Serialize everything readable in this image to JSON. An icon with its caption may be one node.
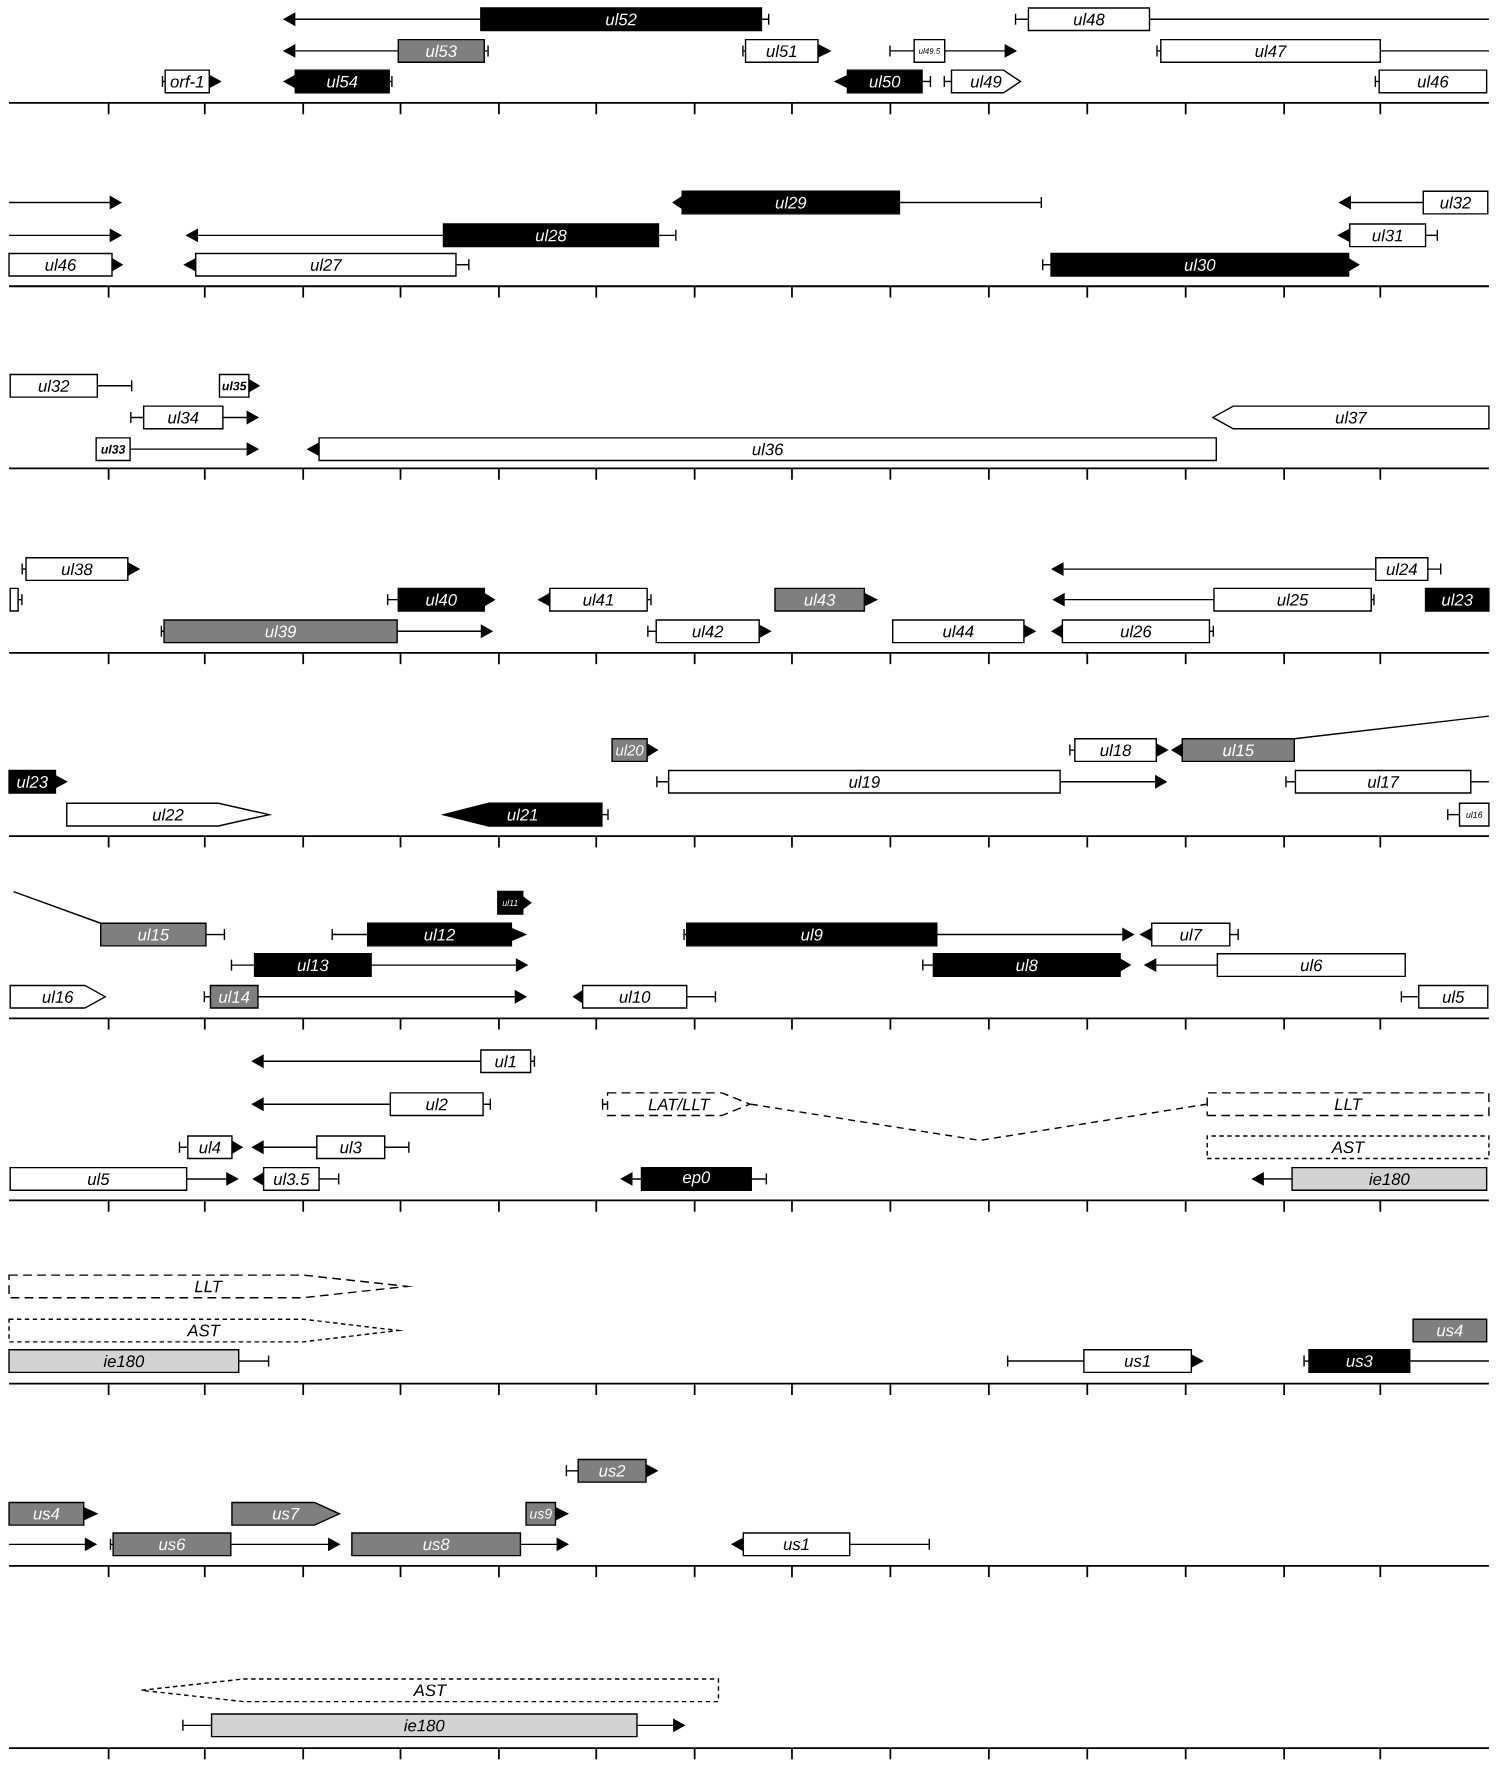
{
  "diagram": {
    "nodes": [
      {
        "text": [
          "ul52"
        ]
      },
      {
        "text": [
          "ul53"
        ]
      },
      {
        "text": [
          "orf-1"
        ]
      },
      {
        "text": [
          "ul54"
        ]
      },
      {
        "text": [
          "ul51"
        ]
      },
      {
        "text": [
          "ul49.5"
        ]
      },
      {
        "text": [
          "ul50"
        ]
      },
      {
        "text": [
          "ul49"
        ]
      },
      {
        "text": [
          "ul48"
        ]
      },
      {
        "text": [
          "ul47"
        ]
      },
      {
        "text": [
          "ul46"
        ]
      },
      {
        "text": [
          "ul29"
        ]
      },
      {
        "text": [
          "ul32"
        ]
      },
      {
        "text": [
          "ul28"
        ]
      },
      {
        "text": [
          "ul31"
        ]
      },
      {
        "text": [
          "ul46"
        ]
      },
      {
        "text": [
          "ul27"
        ]
      },
      {
        "text": [
          "ul30"
        ]
      },
      {
        "text": [
          "ul32"
        ]
      },
      {
        "text": [
          "ul35"
        ]
      },
      {
        "text": [
          "ul34"
        ]
      },
      {
        "text": [
          "ul37"
        ]
      },
      {
        "text": [
          "ul33"
        ]
      },
      {
        "text": [
          "ul36"
        ]
      },
      {
        "text": [
          "ul38"
        ]
      },
      {
        "text": [
          "ul24"
        ]
      },
      {
        "text": [],
        "shape": "box"
      },
      {
        "text": [
          "ul40"
        ]
      },
      {
        "text": [
          "ul41"
        ]
      },
      {
        "text": [
          "ul43"
        ]
      },
      {
        "text": [
          "ul25"
        ]
      },
      {
        "text": [
          "ul23"
        ]
      },
      {
        "text": [
          "ul39"
        ]
      },
      {
        "text": [
          "ul42"
        ]
      },
      {
        "text": [
          "ul44"
        ]
      },
      {
        "text": [
          "ul26"
        ]
      },
      {
        "text": [
          "ul20"
        ]
      },
      {
        "text": [
          "ul18"
        ]
      },
      {
        "text": [
          "ul15"
        ]
      },
      {
        "text": [
          "ul23"
        ]
      },
      {
        "text": [
          "ul19"
        ]
      },
      {
        "text": [
          "ul17"
        ]
      },
      {
        "text": [
          "ul22"
        ]
      },
      {
        "text": [
          "ul21"
        ]
      },
      {
        "text": [
          "ul16"
        ]
      },
      {
        "text": [
          "ul11"
        ]
      },
      {
        "text": [
          "ul15"
        ]
      },
      {
        "text": [
          "ul12"
        ]
      },
      {
        "text": [
          "ul9"
        ]
      },
      {
        "text": [
          "ul7"
        ]
      },
      {
        "text": [
          "ul13"
        ]
      },
      {
        "text": [
          "ul8"
        ]
      },
      {
        "text": [
          "ul6"
        ]
      },
      {
        "text": [
          "ul16"
        ]
      },
      {
        "text": [
          "ul14"
        ]
      },
      {
        "text": [
          "ul10"
        ]
      },
      {
        "text": [
          "ul5"
        ]
      },
      {
        "text": [
          "ul1"
        ]
      },
      {
        "text": [
          "ul2"
        ]
      },
      {
        "text": [
          "LAT/LLT"
        ]
      },
      {
        "text": [
          "LLT"
        ]
      },
      {
        "text": [
          "ul4"
        ]
      },
      {
        "text": [
          "ul3"
        ]
      },
      {
        "text": [
          "AST"
        ]
      },
      {
        "text": [
          "ul5"
        ]
      },
      {
        "text": [
          "ul3.5"
        ]
      },
      {
        "text": [
          "ep0"
        ]
      },
      {
        "text": [
          "ie180"
        ]
      },
      {
        "text": [
          "LLT"
        ]
      },
      {
        "text": [
          "us4"
        ]
      },
      {
        "text": [
          "AST"
        ]
      },
      {
        "text": [
          "ie180"
        ]
      },
      {
        "text": [
          "us1"
        ]
      },
      {
        "text": [
          "us3"
        ]
      },
      {
        "text": [
          "us2"
        ]
      },
      {
        "text": [
          "us4"
        ]
      },
      {
        "text": [
          "us7"
        ]
      },
      {
        "text": [
          "us9"
        ]
      },
      {
        "text": [
          "us6"
        ]
      },
      {
        "text": [
          "us8"
        ]
      },
      {
        "text": [
          "us1"
        ]
      },
      {
        "text": [
          "AST"
        ]
      },
      {
        "text": [
          "ie180"
        ]
      }
    ],
    "edges": [
      {
        "from": 59,
        "to": 60,
        "arrow": "none",
        "style": "dashed"
      }
    ]
  }
}
